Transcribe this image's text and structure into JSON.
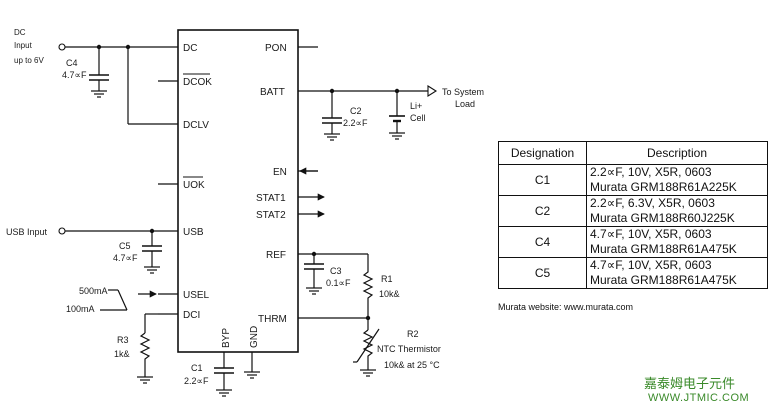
{
  "ic": {
    "left_pins": {
      "dc": "DC",
      "dcok": "DCOK",
      "dclv": "DCLV",
      "uok": "UOK",
      "usb": "USB",
      "usel": "USEL",
      "dci": "DCI"
    },
    "right_pins": {
      "pon": "PON",
      "batt": "BATT",
      "en": "EN",
      "stat1": "STAT1",
      "stat2": "STAT2",
      "ref": "REF",
      "thrm": "THRM"
    },
    "bottom_pins": {
      "byp": "BYP",
      "gnd": "GND"
    }
  },
  "labels": {
    "dc_input": [
      "DC",
      "Input",
      "up to 6V"
    ],
    "c4": [
      "C4",
      "4.7∝F"
    ],
    "c2": [
      "C2",
      "2.2∝F"
    ],
    "li_cell": [
      "Li+",
      "Cell"
    ],
    "system_load": [
      "To System",
      "Load"
    ],
    "usb_input": "USB Input",
    "c5": [
      "C5",
      "4.7∝F"
    ],
    "c3": [
      "C3",
      "0.1∝F"
    ],
    "r1": [
      "R1",
      "10k&"
    ],
    "usel_500": "500mA",
    "usel_100": "100mA",
    "r3": [
      "R3",
      "1k&"
    ],
    "r2": [
      "R2",
      "NTC Thermistor",
      "10k& at 25 °C"
    ],
    "c1": [
      "C1",
      "2.2∝F"
    ]
  },
  "table": {
    "headers": [
      "Designation",
      "Description"
    ],
    "rows": [
      {
        "designation": "C1",
        "description": [
          "2.2∝F, 10V, X5R, 0603",
          "Murata GRM188R61A225K"
        ]
      },
      {
        "designation": "C2",
        "description": [
          "2.2∝F, 6.3V, X5R, 0603",
          "Murata GRM188R60J225K"
        ]
      },
      {
        "designation": "C4",
        "description": [
          "4.7∝F, 10V, X5R, 0603",
          "Murata GRM188R61A475K"
        ]
      },
      {
        "designation": "C5",
        "description": [
          "4.7∝F, 10V, X5R, 0603",
          "Murata GRM188R61A475K"
        ]
      }
    ]
  },
  "website_note": "Murata website: www.murata.com",
  "watermark": {
    "cn": "嘉泰姆电子元件",
    "url": "WWW.JTMIC.COM"
  }
}
